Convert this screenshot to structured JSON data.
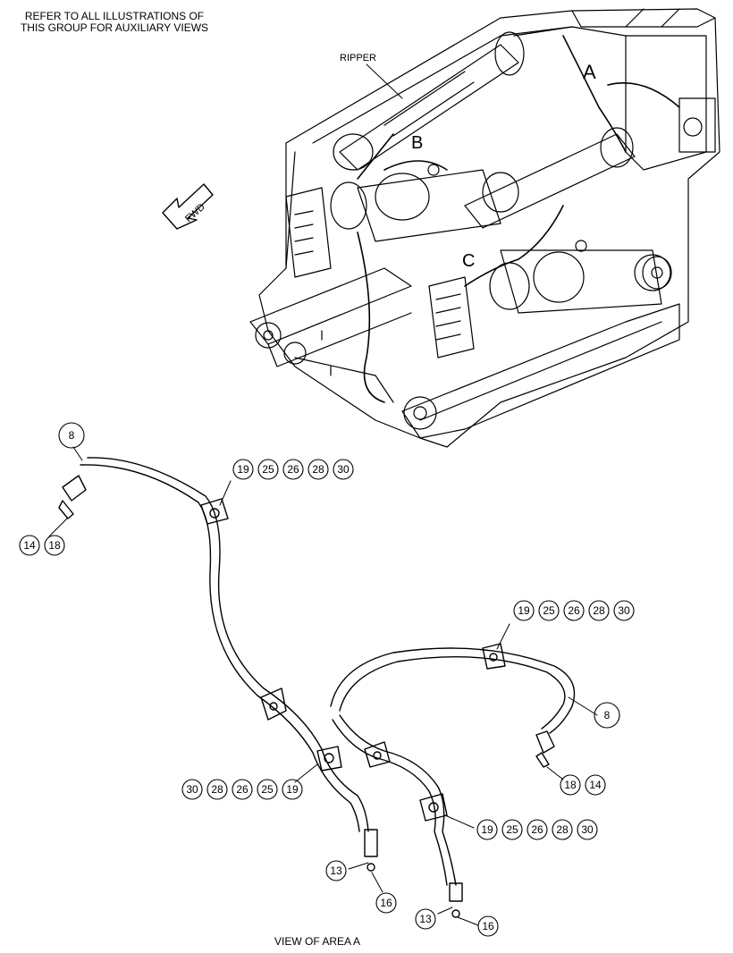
{
  "header_note": {
    "line1": "REFER TO ALL ILLUSTRATIONS OF",
    "line2": "THIS GROUP FOR AUXILIARY VIEWS"
  },
  "labels": {
    "ripper": "RIPPER",
    "area_a": "A",
    "area_b": "B",
    "area_c": "C",
    "fwd": "FWD"
  },
  "callouts": {
    "hose_left": "8",
    "hose_right": "8",
    "clamp_top": [
      "19",
      "25",
      "26",
      "28",
      "30"
    ],
    "clamp_right": [
      "19",
      "25",
      "26",
      "28",
      "30"
    ],
    "clamp_mid_left": [
      "30",
      "28",
      "26",
      "25",
      "19"
    ],
    "clamp_mid_right": [
      "19",
      "25",
      "26",
      "28",
      "30"
    ],
    "fitting_left": [
      "14",
      "18"
    ],
    "fitting_right": [
      "18",
      "14"
    ],
    "elbow_left_13": "13",
    "elbow_left_16": "16",
    "elbow_right_13": "13",
    "elbow_right_16": "16"
  },
  "caption": "VIEW OF AREA  A"
}
